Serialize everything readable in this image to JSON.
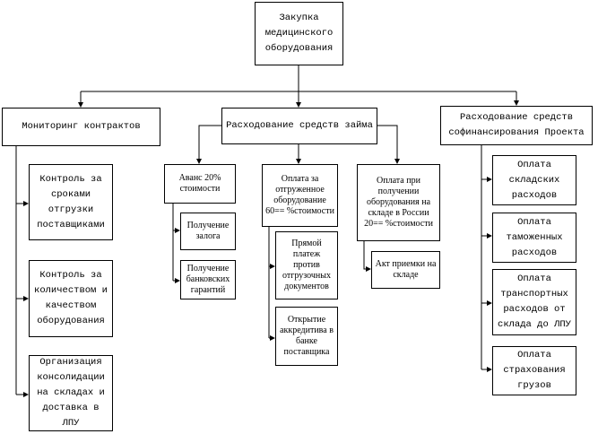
{
  "root": "Закупка медицинского оборудования",
  "level1": [
    {
      "label": "Мониторинг контрактов",
      "children": [
        "Контроль за сроками отгрузки поставщиками",
        "Контроль за количеством и качеством оборудования",
        "Организация консолидации на складах и доставка в ЛПУ"
      ]
    },
    {
      "label": "Расходование средств займа",
      "children": [
        {
          "label": "Аванс 20% стоимости",
          "children": [
            "Получение залога",
            "Получение банковских гарантий"
          ]
        },
        {
          "label": "Оплата за отгруженное оборудование 60== %стоимости",
          "children": [
            "Прямой платеж против отгрузочных документов",
            "Открытие аккредитива в банке поставщика"
          ]
        },
        {
          "label": "Оплата при получении оборудования на складе в России 20== %стоимости",
          "children": [
            "Акт приемки на складе"
          ]
        }
      ]
    },
    {
      "label": "Расходование средств софинансирования Проекта",
      "children": [
        "Оплата складских расходов",
        "Оплата таможенных расходов",
        "Оплата транспортных расходов от склада до ЛПУ",
        "Оплата страхования грузов"
      ]
    }
  ]
}
